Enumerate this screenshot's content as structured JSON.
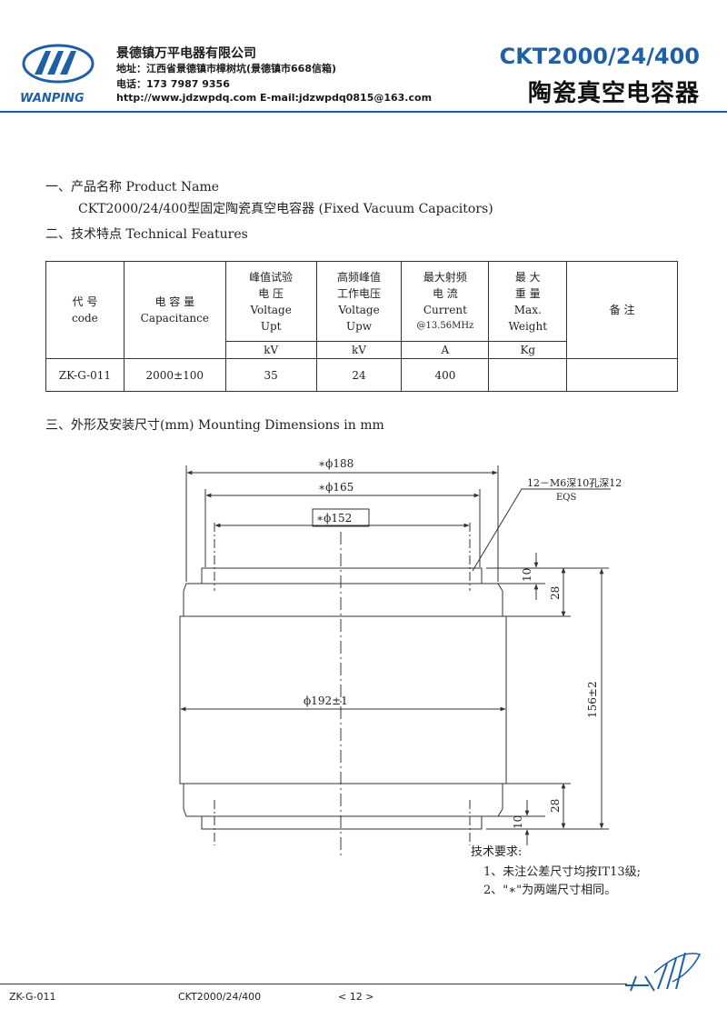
{
  "header": {
    "company_name": "景德镇万平电器有限公司",
    "address": "地址：江西省景德镇市樟树坑(景德镇市668信箱)",
    "phone": "电话：173 7987 9356",
    "web_email": "http://www.jdzwpdq.com   E-mail:jdzwpdq0815@163.com",
    "logo_text": "WANPING",
    "model": "CKT2000/24/400",
    "product_cn": "陶瓷真空电容器",
    "brand_color": "#1f5fa5"
  },
  "sections": {
    "s1_title": "一、产品名称  Product Name",
    "s1_desc": "CKT2000/24/400型固定陶瓷真空电容器  (Fixed Vacuum Capacitors)",
    "s2_title": "二、技术特点  Technical Features",
    "s3_title": "三、外形及安装尺寸(mm)   Mounting Dimensions in mm"
  },
  "table": {
    "h_code": [
      "代 号",
      "code"
    ],
    "h_cap": [
      "电 容 量",
      "Capacitance"
    ],
    "h_upt": [
      "峰值试验",
      "电    压",
      "Voltage",
      "Upt"
    ],
    "h_upw": [
      "高频峰值",
      "工作电压",
      "Voltage",
      "Upw"
    ],
    "h_cur": [
      "最大射频",
      "电    流",
      "Current",
      "@13.56MHz"
    ],
    "h_wt": [
      "最    大",
      "重    量",
      "Max.",
      "Weight"
    ],
    "h_note": "备  注",
    "units": [
      "kV",
      "kV",
      "A",
      "Kg"
    ],
    "row": [
      "ZK-G-011",
      "2000±100",
      "35",
      "24",
      "400",
      "",
      ""
    ]
  },
  "drawing": {
    "d188": "∗ϕ188",
    "d165": "∗ϕ165",
    "d152": "∗ϕ152",
    "hole_note": "12－M6深10孔深12",
    "eqs": "EQS",
    "d192": "ϕ192±1",
    "h156": "156±2",
    "dim28": "28",
    "dim10": "10"
  },
  "notes": {
    "title": "技术要求:",
    "items": [
      "1、未注公差尺寸均按IT13级;",
      "2、\"∗\"为两端尺寸相同。"
    ]
  },
  "footer": {
    "code": "ZK-G-011",
    "model": "CKT2000/24/400",
    "page": "< 12 >"
  }
}
